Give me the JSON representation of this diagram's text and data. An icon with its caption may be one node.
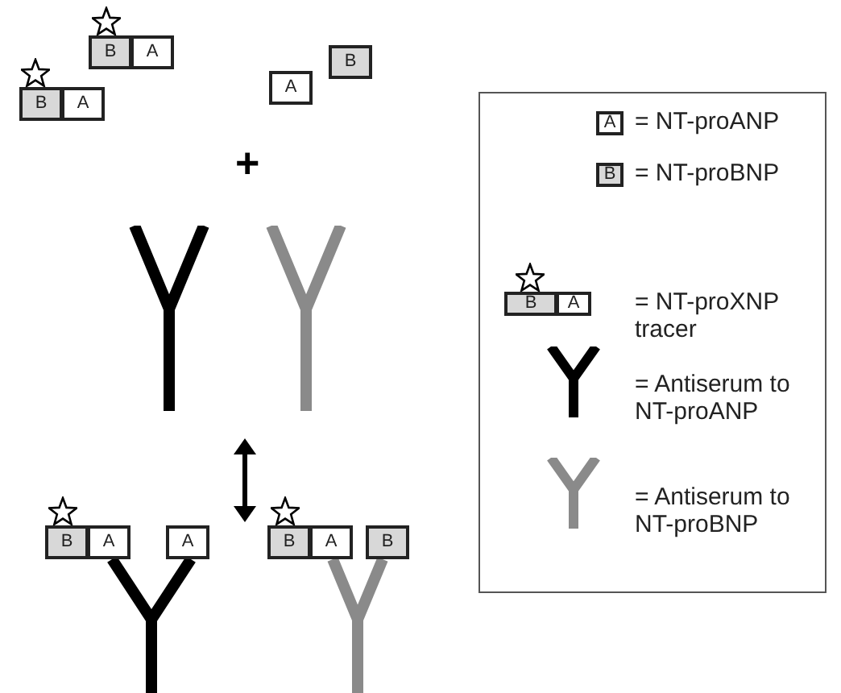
{
  "diagram": {
    "nodes": [
      {
        "text": [
          "B"
        ]
      },
      {
        "text": [
          "A"
        ]
      },
      {
        "text": [
          "B"
        ]
      },
      {
        "text": [
          "A"
        ]
      },
      {
        "text": [
          "B"
        ]
      },
      {
        "text": [
          "A"
        ]
      },
      {
        "text": [],
        "shape": "box"
      },
      {
        "text": [
          "A"
        ],
        "in": 6
      },
      {
        "text": [
          "B"
        ],
        "in": 6
      },
      {
        "text": [
          "B"
        ],
        "in": 6
      },
      {
        "text": [
          "A"
        ],
        "in": 6
      },
      {
        "text": [
          "B"
        ]
      },
      {
        "text": [
          "A"
        ]
      },
      {
        "text": [
          "A"
        ]
      },
      {
        "text": [
          "B"
        ]
      },
      {
        "text": [
          "A"
        ]
      },
      {
        "text": [
          "B"
        ]
      }
    ],
    "labels": [
      "+"
    ],
    "legend": [
      {
        "text": "= NT-proANP"
      },
      {
        "text": "= NT-proBNP"
      },
      {
        "text": "= NT-proXNP tracer"
      },
      {
        "text": "= Antiserum to NT-proANP"
      },
      {
        "text": "= Antiserum to NT-proBNP"
      }
    ]
  }
}
